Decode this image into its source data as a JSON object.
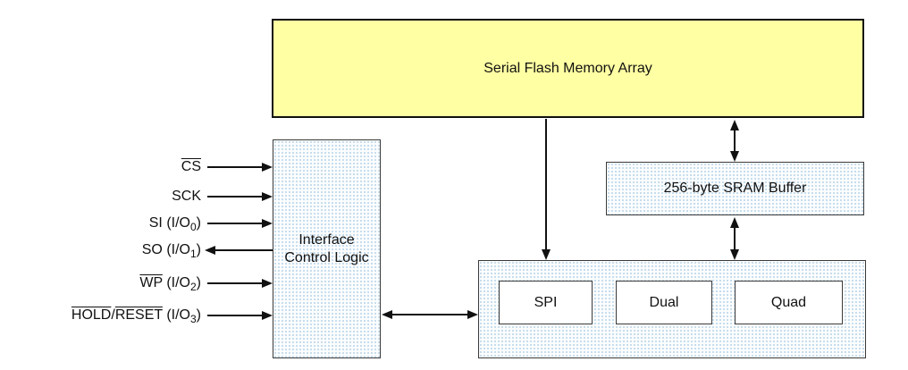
{
  "diagram": {
    "flash_label": "Serial Flash Memory Array",
    "sram_label": "256-byte SRAM Buffer",
    "icl_line1": "Interface",
    "icl_line2": "Control Logic",
    "modes": {
      "spi": "SPI",
      "dual": "Dual",
      "quad": "Quad"
    },
    "signals": [
      {
        "ov": "CS",
        "dir": "input"
      },
      {
        "name": "SCK",
        "dir": "input"
      },
      {
        "pre": "SI (I/O",
        "sub": "0",
        "post": ")",
        "dir": "input"
      },
      {
        "pre": "SO (I/O",
        "sub": "1",
        "post": ")",
        "dir": "output"
      },
      {
        "ov": "WP",
        "pre": " (I/O",
        "sub": "2",
        "post": ")",
        "dir": "input"
      },
      {
        "ov1": "HOLD",
        "sep": "/",
        "ov2": "RESET",
        "pre": " (I/O",
        "sub": "3",
        "post": ")",
        "dir": "input"
      }
    ],
    "colors": {
      "flash_fill": "#FFFFA3",
      "stipple_dot": "#B7D2E6",
      "box_border": "#3A3A3A",
      "arrow": "#111111"
    }
  }
}
